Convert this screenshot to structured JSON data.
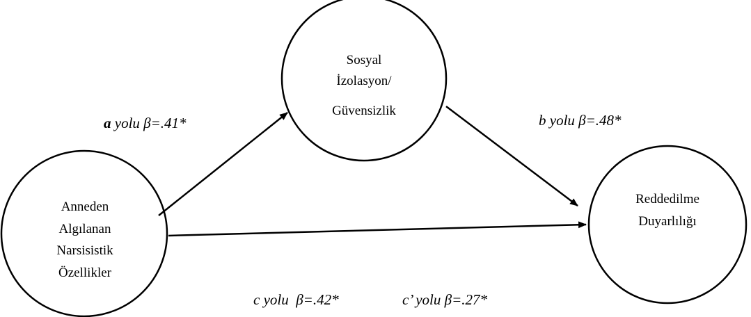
{
  "nodes": {
    "mediator": {
      "lines": [
        "Sosyal",
        "İzolasyon/",
        "Güvensizlik"
      ]
    },
    "predictor": {
      "lines": [
        "Anneden",
        "Algılanan",
        "Narsisistik",
        "Özellikler"
      ]
    },
    "outcome": {
      "lines": [
        "Reddedilme",
        "Duyarlılığı"
      ]
    }
  },
  "paths": {
    "a": {
      "letter": "a",
      "rest": " yolu β=.41*"
    },
    "b": {
      "text": "b yolu β=.48*"
    },
    "c": {
      "text": "c yolu  β=.42*"
    },
    "c_prime": {
      "text": "c’ yolu β=.27*"
    }
  },
  "colors": {
    "stroke": "#000000",
    "background": "#ffffff"
  }
}
